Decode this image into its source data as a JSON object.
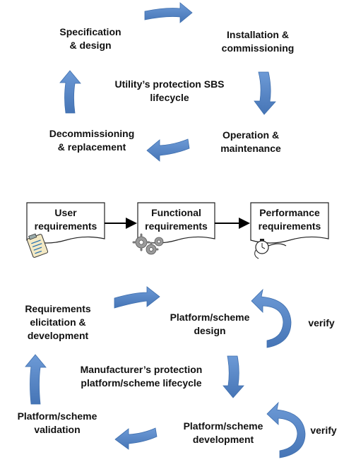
{
  "top_cycle": {
    "center": [
      "Utility’s protection SBS",
      "lifecycle"
    ],
    "spec": [
      "Specification",
      "& design"
    ],
    "install": [
      "Installation &",
      "commissioning"
    ],
    "operation": [
      "Operation &",
      "maintenance"
    ],
    "decom": [
      "Decommissioning",
      "& replacement"
    ]
  },
  "requirements_row": {
    "user": [
      "User",
      "requirements"
    ],
    "functional": [
      "Functional",
      "requirements"
    ],
    "performance": [
      "Performance",
      "requirements"
    ]
  },
  "bottom_cycle": {
    "center": [
      "Manufacturer’s protection",
      "platform/scheme lifecycle"
    ],
    "req_elicitation": [
      "Requirements",
      "elicitation &",
      "development"
    ],
    "platform_design": [
      "Platform/scheme",
      "design"
    ],
    "platform_dev": [
      "Platform/scheme",
      "development"
    ],
    "platform_validation": [
      "Platform/scheme",
      "validation"
    ],
    "verify_top": "verify",
    "verify_bottom": "verify"
  },
  "colors": {
    "arrow_blue": "#5585c6",
    "arrow_edge": "#3f6fae"
  }
}
